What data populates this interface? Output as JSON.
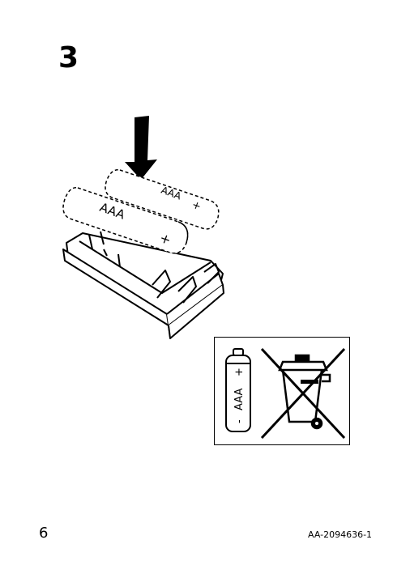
{
  "step": {
    "number": "3"
  },
  "illustration": {
    "battery_label": "AAA",
    "plus_sign": "+",
    "minus_sign": "-"
  },
  "disposal_notice": {
    "battery_label": "AAA",
    "plus_sign": "+",
    "minus_sign": "-"
  },
  "footer": {
    "page_number": "6",
    "document_code": "AA-2094636-1"
  }
}
